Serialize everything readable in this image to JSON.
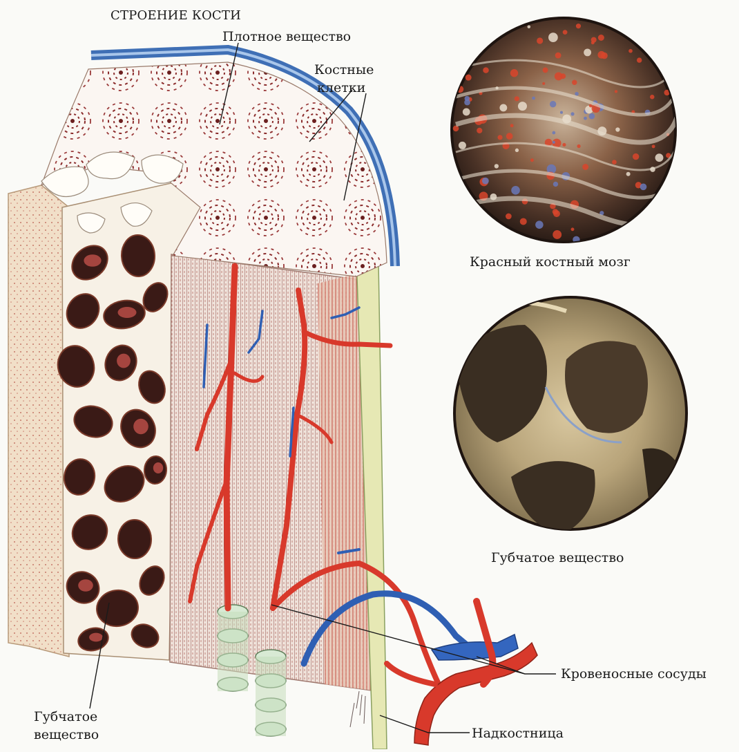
{
  "title": "СТРОЕНИЕ КОСТИ",
  "labels": {
    "compact_substance": "Плотное вещество",
    "bone_cells_line1": "Костные",
    "bone_cells_line2": "клетки",
    "red_marrow": "Красный костный мозг",
    "spongy_right": "Губчатое вещество",
    "blood_vessels": "Кровеносные сосуды",
    "spongy_left_line1": "Губчатое",
    "spongy_left_line2": "вещество",
    "periosteum": "Надкостница"
  },
  "colors": {
    "artery": "#d8392b",
    "vein": "#2f5fb3",
    "periosteum": "#4a7fc1",
    "compact_bone": "#f4ece6",
    "osteon_ring": "#8a2b2b",
    "spongy_cavity": "#3a1a16",
    "spongy_trabecula": "#f7f1e6",
    "micro_marrow": "#6e4a38",
    "micro_spongy": "#b8a47a"
  }
}
